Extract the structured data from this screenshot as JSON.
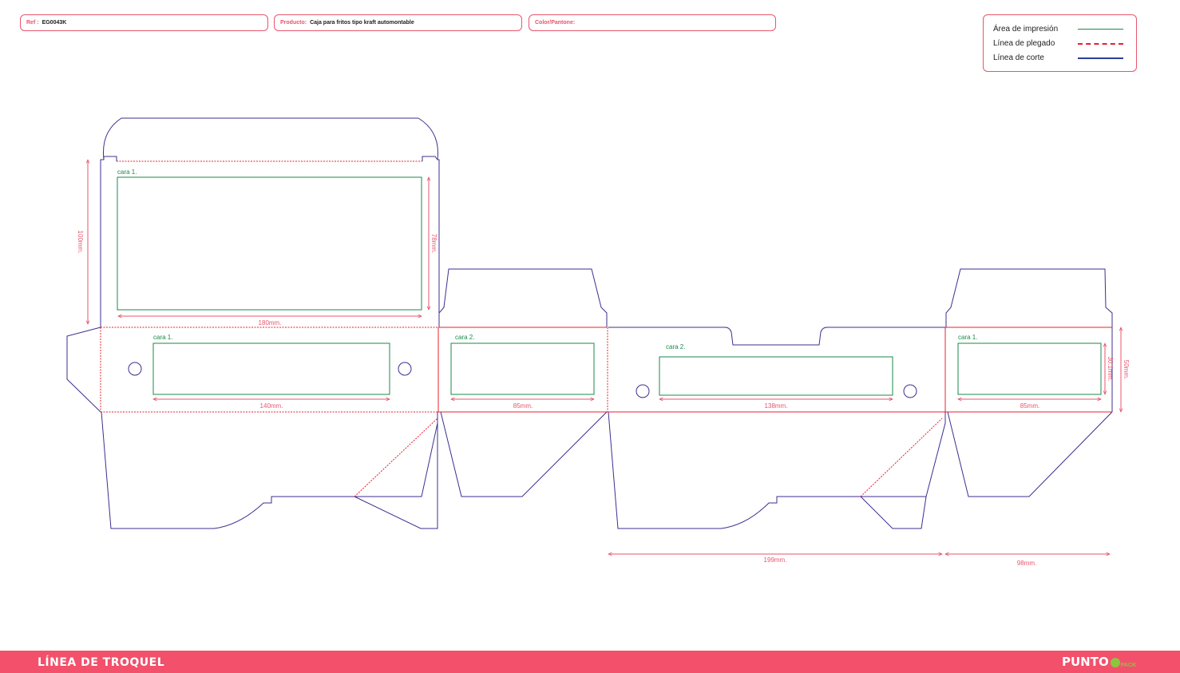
{
  "header": {
    "ref": {
      "label": "Ref :",
      "value": "EG0043K"
    },
    "producto": {
      "label": "Producto:",
      "value": "Caja para fritos tipo kraft automontable"
    },
    "color": {
      "label": "Color/Pantone:",
      "value": ""
    }
  },
  "legend": {
    "items": [
      {
        "label": "Área de impresión",
        "color": "#1a8a4a",
        "style": "solid"
      },
      {
        "label": "Línea de plegado",
        "color": "#e8202f",
        "style": "dashed"
      },
      {
        "label": "Línea de corte",
        "color": "#2a3f9a",
        "style": "solid"
      }
    ]
  },
  "colors": {
    "cut": "#3b2f8f",
    "fold": "#e8202f",
    "print": "#1a8a4a",
    "dimension": "#e8556d"
  },
  "diagram": {
    "face_labels": [
      "cara 1.",
      "cara 1.",
      "cara 2.",
      "cara 2.",
      "cara 1."
    ],
    "dimensions": [
      "100mm.",
      "78mm.",
      "180mm.",
      "140mm.",
      "85mm.",
      "138mm.",
      "85mm.",
      "30.1mm.",
      "50mm.",
      "199mm.",
      "98mm."
    ]
  },
  "footer": {
    "title": "LÍNEA DE TROQUEL",
    "logo_main": "PUNTO",
    "logo_sub": "PACK"
  }
}
